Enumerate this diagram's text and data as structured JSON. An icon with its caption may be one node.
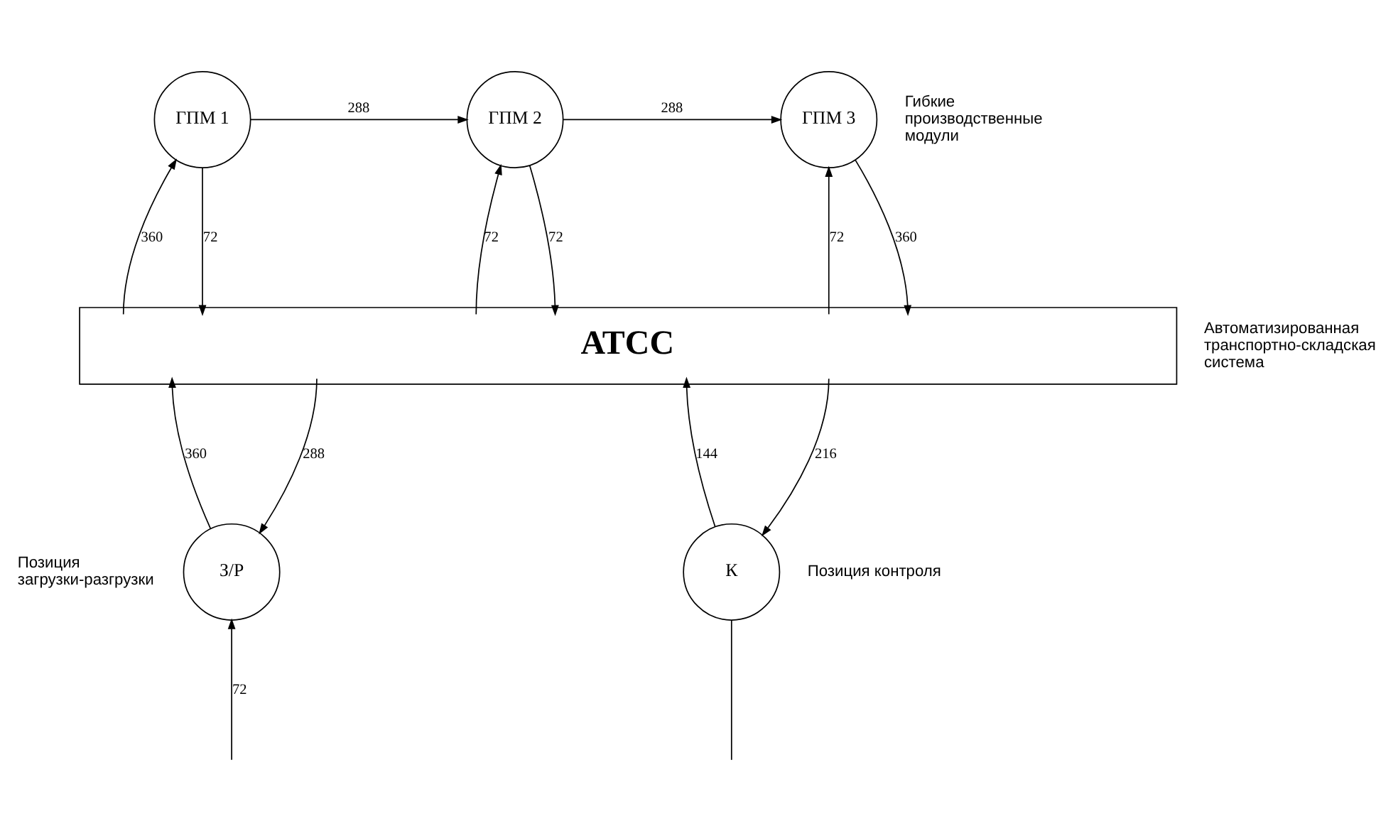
{
  "diagram": {
    "nodes": [
      {
        "text": [
          "ГПМ 1"
        ]
      },
      {
        "text": [
          "ГПМ 2"
        ]
      },
      {
        "text": [
          "ГПМ 3"
        ],
        "beside": [
          "Гибкие производственные модули"
        ]
      },
      {
        "text": [
          "АТСС"
        ],
        "beside": [
          "Автоматизированная транспортно-складская система"
        ]
      },
      {
        "text": [
          "З/Р"
        ],
        "beside": [
          "Позиция загрузки-разгрузки"
        ]
      },
      {
        "text": [
          "К"
        ],
        "beside": [
          "Позиция контроля"
        ]
      }
    ],
    "edges": [
      {
        "from": 0,
        "to": 1,
        "arrow": "to",
        "label": "288"
      },
      {
        "from": 1,
        "to": 2,
        "arrow": "to",
        "label": "288"
      },
      {
        "from": 3,
        "to": 0,
        "arrow": "to",
        "label": "360"
      },
      {
        "from": 0,
        "to": 3,
        "arrow": "to",
        "label": "72"
      },
      {
        "from": 3,
        "to": 1,
        "arrow": "to",
        "label": "72"
      },
      {
        "from": 1,
        "to": 3,
        "arrow": "to",
        "label": "72"
      },
      {
        "from": 3,
        "to": 2,
        "arrow": "to",
        "label": "72"
      },
      {
        "from": 2,
        "to": 3,
        "arrow": "to",
        "label": "360"
      },
      {
        "from": 4,
        "to": 3,
        "arrow": "to",
        "label": "360"
      },
      {
        "from": 3,
        "to": 4,
        "arrow": "to",
        "label": "288"
      },
      {
        "from": null,
        "to": 4,
        "arrow": "to",
        "label": "72"
      },
      {
        "from": 5,
        "to": 3,
        "arrow": "to",
        "label": "144"
      },
      {
        "from": 3,
        "to": 5,
        "arrow": "to",
        "label": "216"
      },
      {
        "from": 5,
        "to": null,
        "arrow": "none"
      }
    ]
  }
}
